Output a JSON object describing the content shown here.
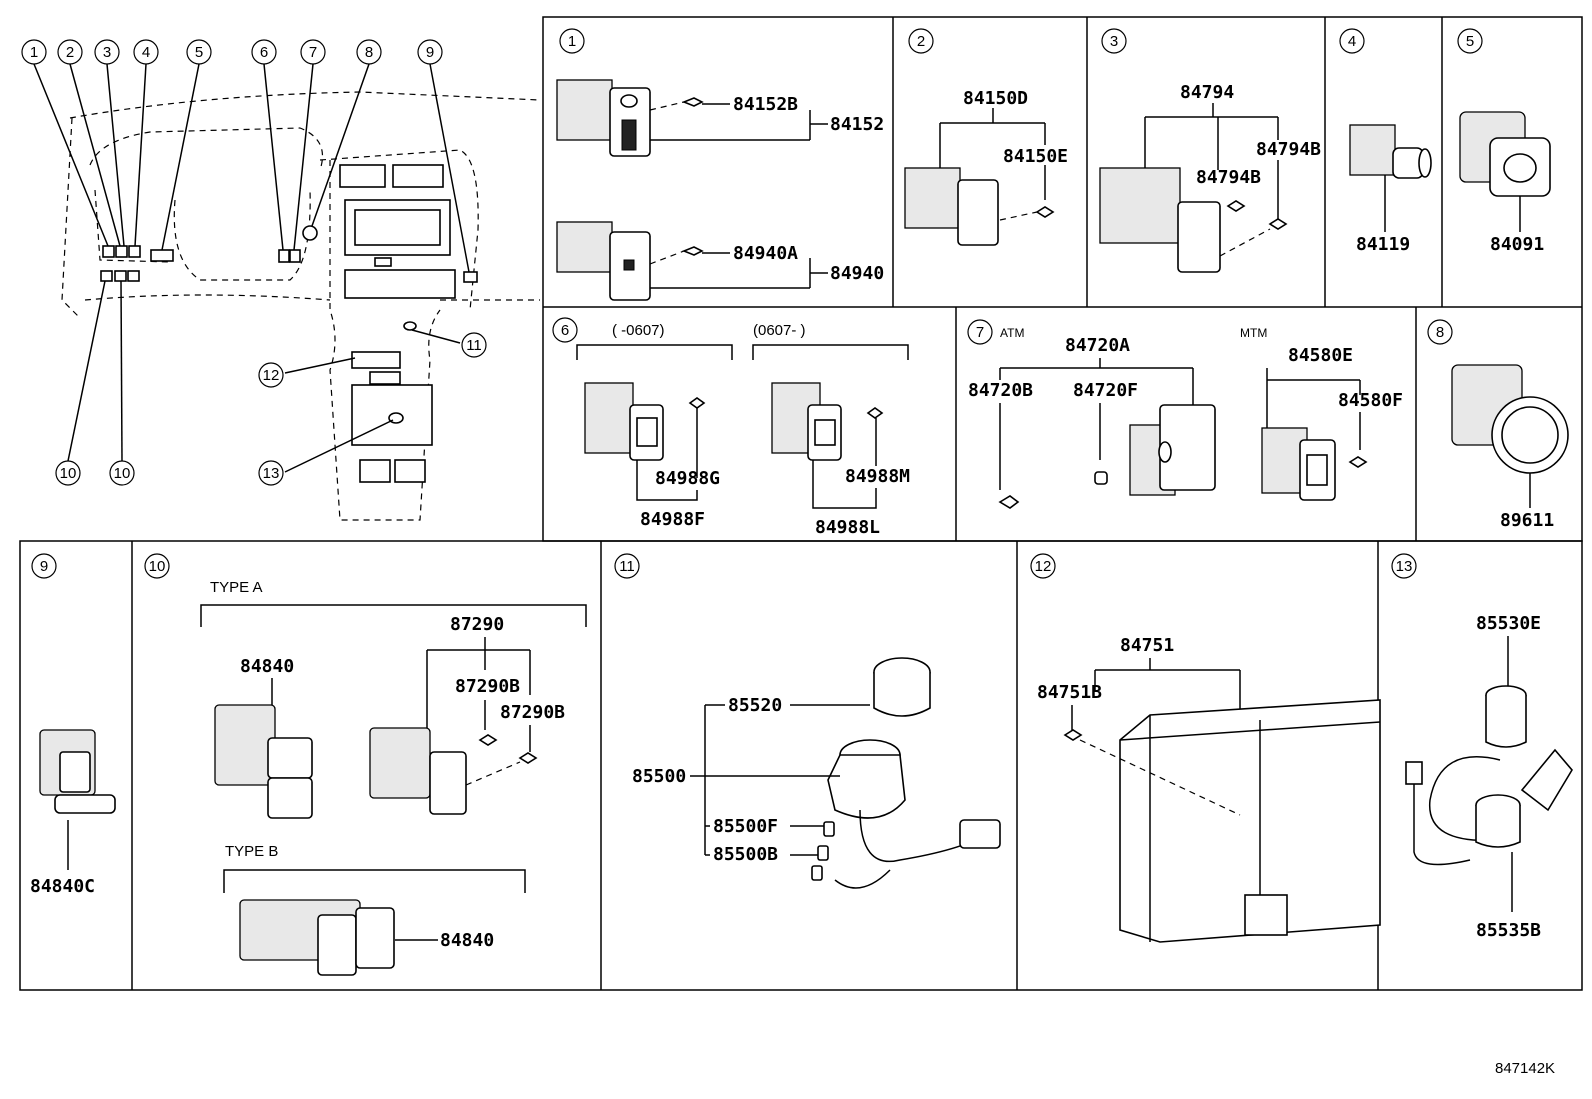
{
  "diagram_id": "847142K",
  "overview": {
    "callouts_top": [
      "1",
      "2",
      "3",
      "4",
      "5",
      "6",
      "7",
      "8",
      "9"
    ],
    "callouts_side": [
      "11",
      "12",
      "13"
    ],
    "callouts_bottom": [
      "10",
      "10"
    ]
  },
  "panels": {
    "p1": {
      "num": "1",
      "parts": [
        "84152B",
        "84152",
        "84940A",
        "84940"
      ]
    },
    "p2": {
      "num": "2",
      "parts": [
        "84150D",
        "84150E"
      ]
    },
    "p3": {
      "num": "3",
      "parts": [
        "84794",
        "84794B",
        "84794B"
      ]
    },
    "p4": {
      "num": "4",
      "parts": [
        "84119"
      ]
    },
    "p5": {
      "num": "5",
      "parts": [
        "84091"
      ]
    },
    "p6": {
      "num": "6",
      "range_a": "(      -0607)",
      "range_b": "(0607-      )",
      "parts": [
        "84988G",
        "84988F",
        "84988M",
        "84988L"
      ]
    },
    "p7": {
      "num": "7",
      "atm": "ATM",
      "mtm": "MTM",
      "parts": [
        "84720A",
        "84720B",
        "84720F",
        "84580E",
        "84580F"
      ]
    },
    "p8": {
      "num": "8",
      "parts": [
        "89611"
      ]
    },
    "p9": {
      "num": "9",
      "parts": [
        "84840C"
      ]
    },
    "p10": {
      "num": "10",
      "type_a": "TYPE A",
      "type_b": "TYPE B",
      "parts": [
        "84840",
        "87290",
        "87290B",
        "87290B",
        "84840"
      ]
    },
    "p11": {
      "num": "11",
      "parts": [
        "85520",
        "85500",
        "85500F",
        "85500B"
      ]
    },
    "p12": {
      "num": "12",
      "parts": [
        "84751",
        "84751B"
      ]
    },
    "p13": {
      "num": "13",
      "parts": [
        "85530E",
        "85535B"
      ]
    }
  }
}
